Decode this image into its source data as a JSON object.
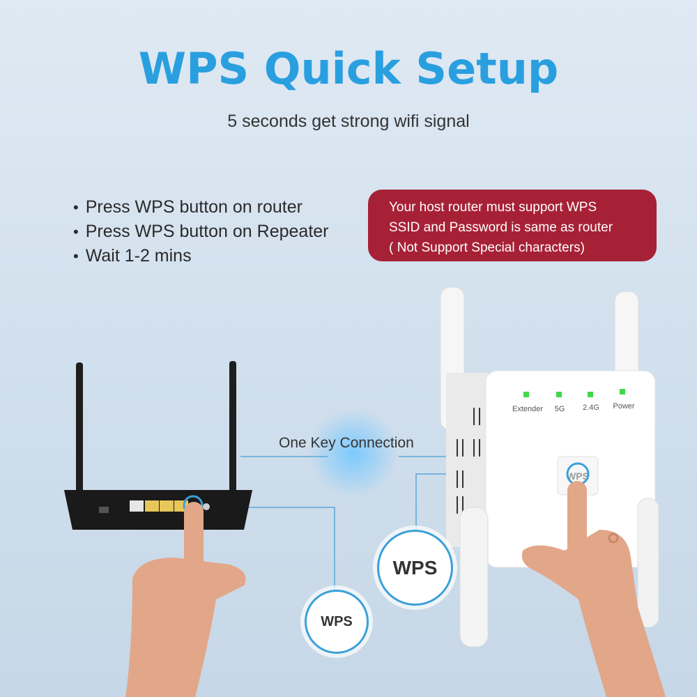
{
  "header": {
    "title": "WPS Quick Setup",
    "subtitle": "5 seconds get strong wifi signal"
  },
  "steps": [
    "Press WPS button on router",
    "Press WPS button on Repeater",
    "Wait 1-2 mins"
  ],
  "notice": {
    "lines": [
      "Your host router must support WPS",
      "SSID and Password is same as router",
      "( Not Support Special characters)"
    ]
  },
  "connection_label": "One Key Connection",
  "router": {
    "wps_bubble": "WPS"
  },
  "repeater": {
    "wps_bubble": "WPS",
    "button_label": "WPS",
    "leds": [
      "Extender",
      "5G",
      "2.4G",
      "Power"
    ]
  },
  "colors": {
    "title": "#2a9fdf",
    "notice_bg": "#a72136",
    "accent_line": "#3aa0d8",
    "led": "#3fd94a"
  }
}
